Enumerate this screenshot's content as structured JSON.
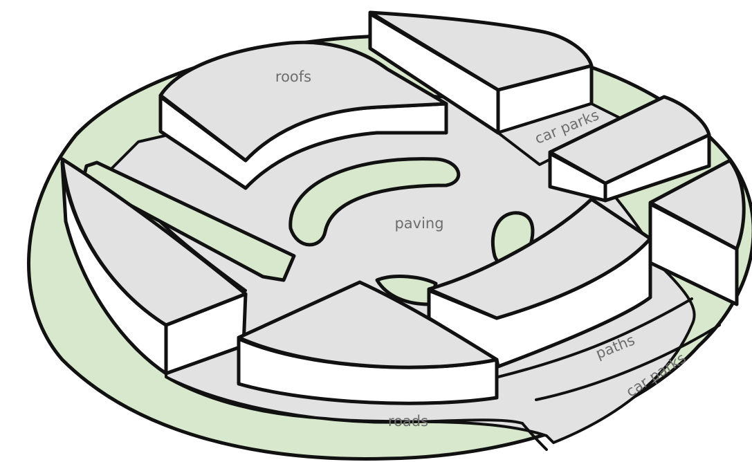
{
  "colors": {
    "green": "#d8e8cc",
    "grey": "#e3e2e2",
    "white": "#ffffff",
    "ink": "#111111",
    "label": "#6d6d6d"
  },
  "labels": {
    "roofs": "roofs",
    "paving": "paving",
    "car_parks_top": "car parks",
    "car_parks_bottom": "car parks",
    "paths": "paths",
    "roads": "roads"
  }
}
